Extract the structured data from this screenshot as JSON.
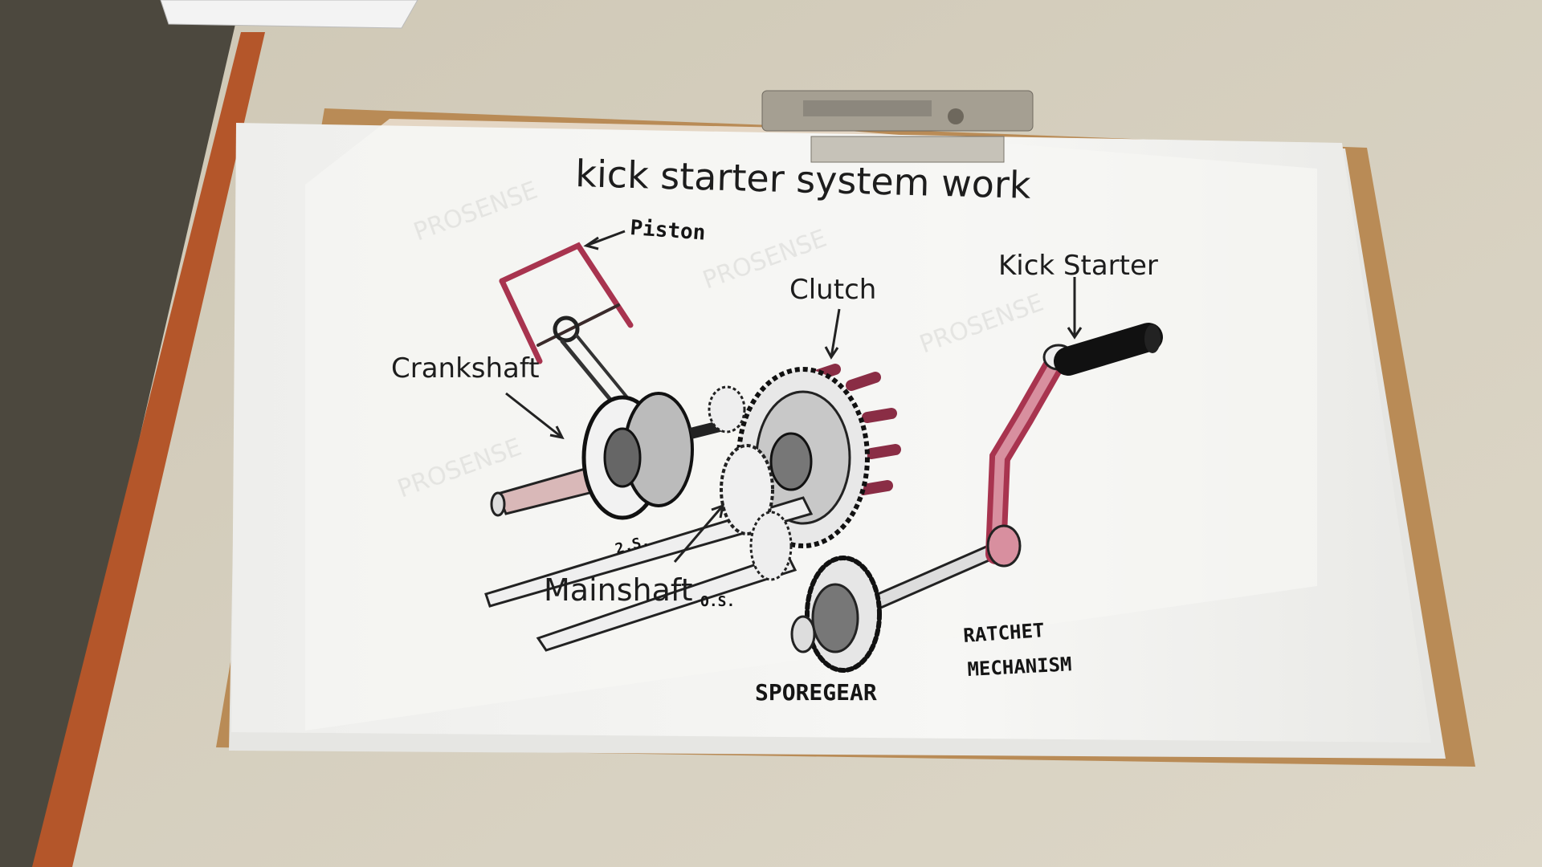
{
  "title": "kick starter system work",
  "labels": {
    "piston": "Piston",
    "clutch": "Clutch",
    "kick_starter": "Kick Starter",
    "crankshaft": "Crankshaft",
    "mainshaft": "Mainshaft",
    "mainshaft_note": "O.S.",
    "counter_note": "2.S.",
    "ratchet_line1": "RATCHET",
    "ratchet_line2": "MECHANISM",
    "spore_gear": "SPOREGEAR"
  },
  "watermark": "PROSENSE",
  "colors": {
    "desk": "#d4cdbc",
    "floor": "#4a463c",
    "clipboard": "#b88a55",
    "paper": "#f4f4f2",
    "accent_pink": "#a8344f"
  }
}
